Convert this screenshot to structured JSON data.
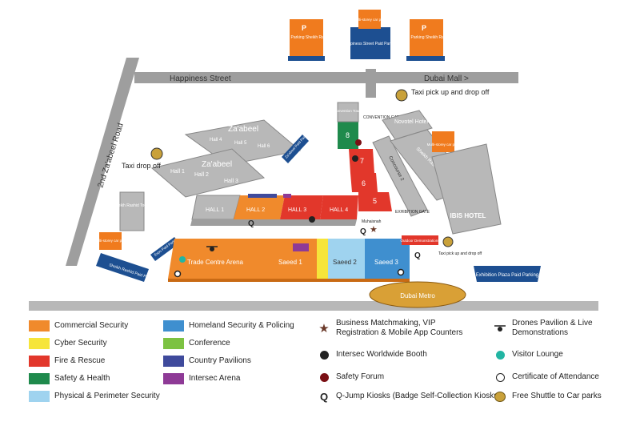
{
  "colors": {
    "commercial_security": "#f08a2c",
    "cyber_security": "#f6e53a",
    "fire_rescue": "#e2372b",
    "safety_health": "#1f8a4c",
    "physical_perimeter": "#9fd3ef",
    "homeland_security": "#3f8fcf",
    "conference": "#7cc242",
    "country_pavilions": "#3f4a9c",
    "intersec_arena": "#8e3a96",
    "parking_orange": "#f07b1e",
    "parking_blue": "#1d4f91",
    "road": "#9e9e9e",
    "building": "#b8b8b8"
  },
  "streets": {
    "happiness_street": "Happiness Street",
    "dubai_mall": "Dubai Mall >",
    "zaabeel_road": "2nd Za'abeel Road"
  },
  "parking": {
    "free_parking_left": "Free Parking Sheikh Rashid",
    "paid_parking_center": "Happiness Street Paid Parking",
    "free_parking_right": "Free Parking Sheikh Rashid",
    "multi_storey_top": "Multi-storey car park",
    "multi_storey_right": "Multi-storey car park",
    "multi_storey_left": "Multi-storey car park",
    "sheikh_rashid_paid": "Sheikh Rashid Paid Parking",
    "za_abeel_paid": "Za'abeel Paid Parking",
    "expo_paid": "Expo Paid Parking",
    "exhibition_plaza": "Exhibition Plaza Paid Parking"
  },
  "labels": {
    "taxi_top": "Taxi pick up and drop off",
    "taxi_left": "Taxi drop off",
    "taxi_bottom": "Taxi pick up and drop off",
    "convention_gate": "CONVENTION GATE",
    "exhibition_gate": "EXHIBITION GATE",
    "convention_tower": "Convention Tower",
    "novotel": "Novotel Hotel",
    "ibis": "IBIS HOTEL",
    "sheikh_rashid_tower": "Sheikh Rashid Tower",
    "sheikh_rashid_hall": "Sheikh Rashid Hall",
    "concourse": "Concourse 2",
    "muhaisnah": "Muhaisnah",
    "outdoor_demo": "Outdoor Demonstrations",
    "dubai_metro": "Dubai Metro",
    "car_park_icon": "P"
  },
  "halls": {
    "zabeel_top": "Za'abeel",
    "zabeel_top_h4": "Hall 4",
    "zabeel_top_h5": "Hall 5",
    "zabeel_top_h6": "Hall 6",
    "zabeel_bottom": "Za'abeel",
    "zabeel_h1": "Hall 1",
    "zabeel_h2": "Hall 2",
    "zabeel_h3": "Hall 3",
    "hall1": "HALL 1",
    "hall2": "HALL 2",
    "hall3": "HALL 3",
    "hall4": "HALL 4",
    "hall5": "5",
    "hall6": "6",
    "hall7": "7",
    "hall8": "8",
    "trade_centre_arena": "Trade Centre Arena",
    "saeed1": "Saeed 1",
    "saeed2": "Saeed 2",
    "saeed3": "Saeed 3"
  },
  "legend": {
    "col1": [
      "Commercial Security",
      "Cyber Security",
      "Fire & Rescue",
      "Safety & Health",
      "Physical & Perimeter Security"
    ],
    "col2": [
      "Homeland Security & Policing",
      "Conference",
      "Country Pavilions",
      "Intersec Arena"
    ],
    "col3": [
      "Business Matchmaking, VIP Registration & Mobile App Counters",
      "Intersec Worldwide Booth",
      "Safety Forum",
      "Q-Jump Kiosks (Badge Self-Collection Kiosks)"
    ],
    "col4": [
      "Drones Pavilion & Live Demonstrations",
      "Visitor Lounge",
      "Certificate of Attendance",
      "Free Shuttle to Car parks"
    ]
  }
}
